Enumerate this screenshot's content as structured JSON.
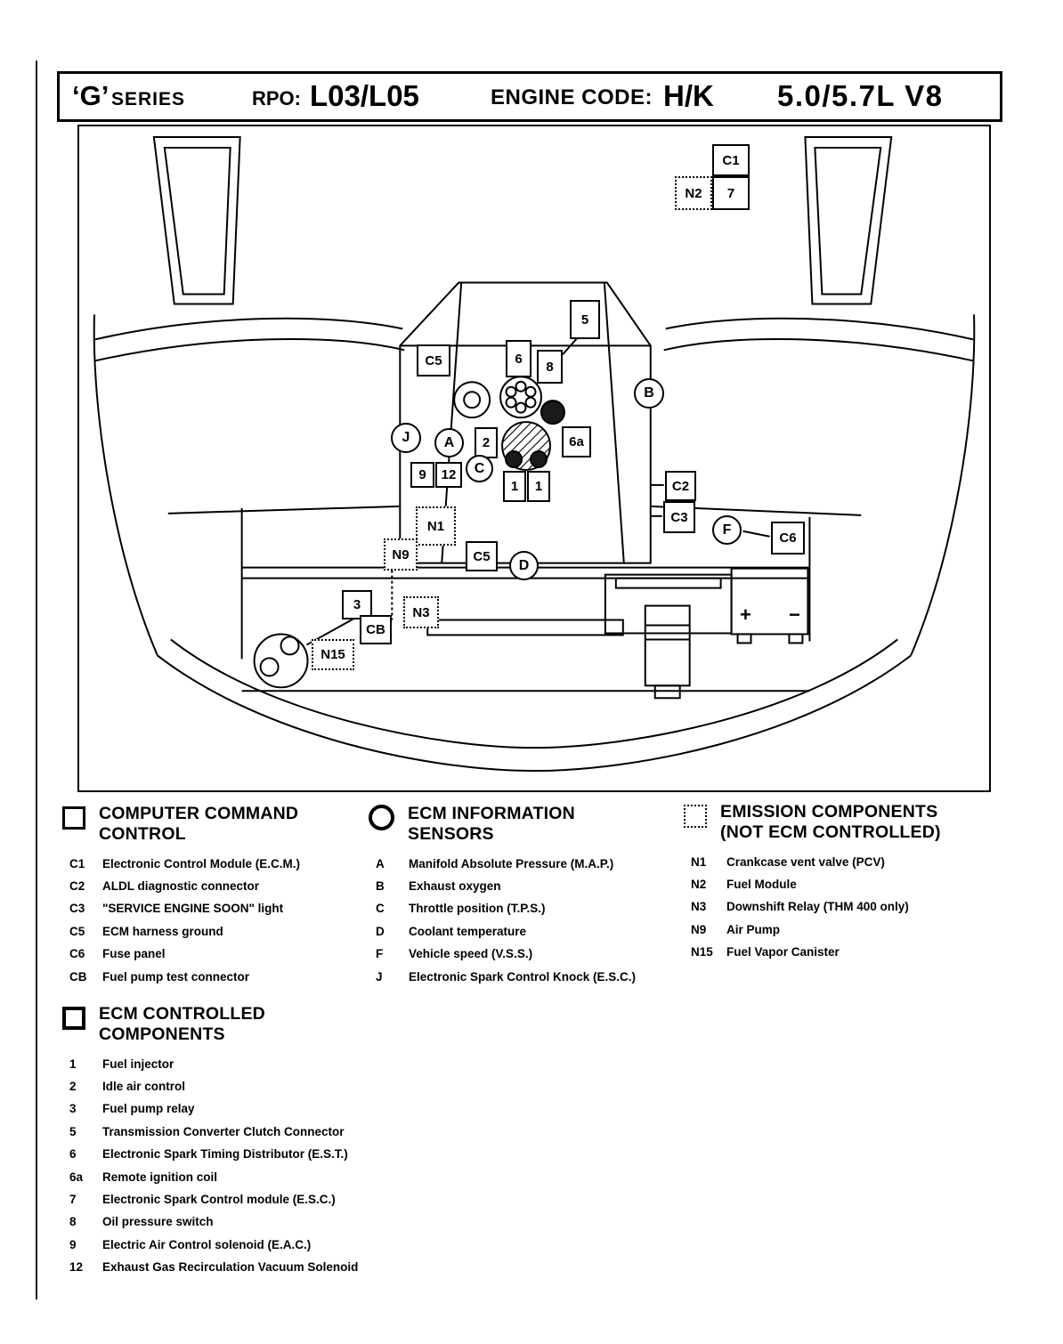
{
  "header": {
    "series_g": "‘G’",
    "series_word": "SERIES",
    "rpo_label": "RPO:",
    "rpo_value": "L03/L05",
    "engine_code_label": "ENGINE CODE:",
    "engine_code_value": "H/K",
    "displacement": "5.0/5.7L V8"
  },
  "diagram": {
    "battery_plus": "+",
    "battery_minus": "−",
    "labels": [
      {
        "text": "C1",
        "shape": "square"
      },
      {
        "text": "N2",
        "shape": "dotted"
      },
      {
        "text": "7",
        "shape": "square"
      },
      {
        "text": "5",
        "shape": "square"
      },
      {
        "text": "C5",
        "shape": "square"
      },
      {
        "text": "6",
        "shape": "square"
      },
      {
        "text": "8",
        "shape": "square"
      },
      {
        "text": "B",
        "shape": "circle"
      },
      {
        "text": "J",
        "shape": "circle"
      },
      {
        "text": "A",
        "shape": "circle"
      },
      {
        "text": "2",
        "shape": "square"
      },
      {
        "text": "6a",
        "shape": "square"
      },
      {
        "text": "C",
        "shape": "circle"
      },
      {
        "text": "9",
        "shape": "square"
      },
      {
        "text": "12",
        "shape": "square"
      },
      {
        "text": "1",
        "shape": "square"
      },
      {
        "text": "1",
        "shape": "square"
      },
      {
        "text": "C2",
        "shape": "square"
      },
      {
        "text": "C3",
        "shape": "square"
      },
      {
        "text": "F",
        "shape": "circle"
      },
      {
        "text": "C6",
        "shape": "square"
      },
      {
        "text": "N1",
        "shape": "dotted"
      },
      {
        "text": "N9",
        "shape": "dotted"
      },
      {
        "text": "C5",
        "shape": "square"
      },
      {
        "text": "D",
        "shape": "circle"
      },
      {
        "text": "3",
        "shape": "square"
      },
      {
        "text": "N3",
        "shape": "dotted"
      },
      {
        "text": "CB",
        "shape": "square"
      },
      {
        "text": "N15",
        "shape": "dotted"
      }
    ]
  },
  "legend": {
    "sections": [
      {
        "icon": "square",
        "title_line1": "COMPUTER COMMAND",
        "title_line2": "CONTROL",
        "items": [
          {
            "key": "C1",
            "desc": "Electronic Control Module (E.C.M.)"
          },
          {
            "key": "C2",
            "desc": "ALDL diagnostic connector"
          },
          {
            "key": "C3",
            "desc": "\"SERVICE ENGINE SOON\" light"
          },
          {
            "key": "C5",
            "desc": "ECM harness ground"
          },
          {
            "key": "C6",
            "desc": "Fuse panel"
          },
          {
            "key": "CB",
            "desc": "Fuel pump test connector"
          }
        ]
      },
      {
        "icon": "circle",
        "title_line1": "ECM INFORMATION",
        "title_line2": "SENSORS",
        "items": [
          {
            "key": "A",
            "desc": "Manifold Absolute Pressure (M.A.P.)"
          },
          {
            "key": "B",
            "desc": "Exhaust oxygen"
          },
          {
            "key": "C",
            "desc": "Throttle position (T.P.S.)"
          },
          {
            "key": "D",
            "desc": "Coolant temperature"
          },
          {
            "key": "F",
            "desc": "Vehicle speed (V.S.S.)"
          },
          {
            "key": "J",
            "desc": "Electronic Spark Control Knock (E.S.C.)"
          }
        ]
      },
      {
        "icon": "dotted-square",
        "title_line1": "EMISSION COMPONENTS",
        "title_line2": "(NOT ECM CONTROLLED)",
        "items": [
          {
            "key": "N1",
            "desc": "Crankcase vent valve (PCV)"
          },
          {
            "key": "N2",
            "desc": "Fuel Module"
          },
          {
            "key": "N3",
            "desc": "Downshift Relay (THM 400 only)"
          },
          {
            "key": "N9",
            "desc": "Air Pump"
          },
          {
            "key": "N15",
            "desc": "Fuel Vapor Canister"
          }
        ]
      },
      {
        "icon": "bold-square",
        "title_line1": "ECM CONTROLLED",
        "title_line2": "COMPONENTS",
        "items": [
          {
            "key": "1",
            "desc": "Fuel injector"
          },
          {
            "key": "2",
            "desc": "Idle air control"
          },
          {
            "key": "3",
            "desc": "Fuel pump relay"
          },
          {
            "key": "5",
            "desc": "Transmission Converter Clutch Connector"
          },
          {
            "key": "6",
            "desc": "Electronic Spark Timing Distributor (E.S.T.)"
          },
          {
            "key": "6a",
            "desc": "Remote ignition coil"
          },
          {
            "key": "7",
            "desc": "Electronic Spark Control module (E.S.C.)"
          },
          {
            "key": "8",
            "desc": "Oil pressure switch"
          },
          {
            "key": "9",
            "desc": "Electric Air Control solenoid (E.A.C.)"
          },
          {
            "key": "12",
            "desc": "Exhaust Gas Recirculation Vacuum Solenoid"
          }
        ]
      }
    ]
  }
}
